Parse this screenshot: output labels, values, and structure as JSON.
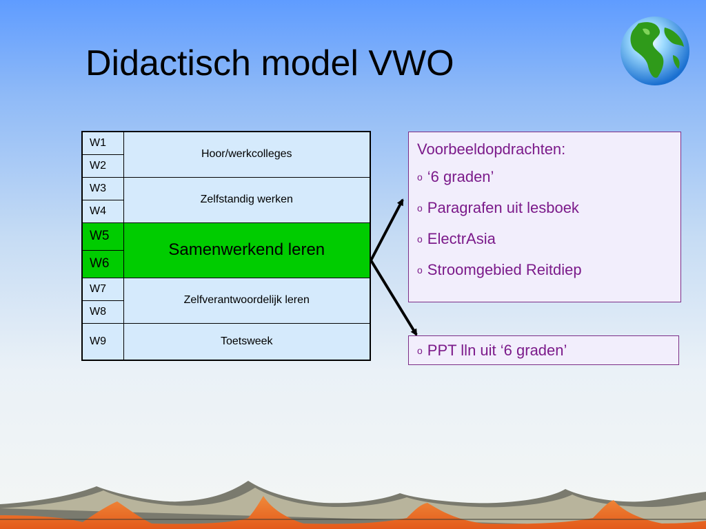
{
  "slide": {
    "title": "Didactisch model VWO"
  },
  "schedule": {
    "rows": [
      {
        "week": "W1",
        "activity": "Hoor/werkcolleges"
      },
      {
        "week": "W2"
      },
      {
        "week": "W3",
        "activity": "Zelfstandig werken"
      },
      {
        "week": "W4"
      },
      {
        "week": "W5",
        "activity": "Samenwerkend leren",
        "highlight": true
      },
      {
        "week": "W6",
        "highlight": true
      },
      {
        "week": "W7",
        "activity": "Zelfverantwoordelijk leren"
      },
      {
        "week": "W8"
      },
      {
        "week": "W9",
        "activity": "Toetsweek"
      }
    ],
    "cell_color": "#d5eafc",
    "highlight_color": "#00cc00"
  },
  "examples_box": {
    "heading": "Voorbeeldopdrachten:",
    "bullet_marker": "o",
    "items": [
      "‘6 graden’",
      "Paragrafen uit lesboek",
      "ElectrAsia",
      "Stroomgebied Reitdiep"
    ],
    "text_color": "#7b1a8a"
  },
  "ppt_box": {
    "bullet_marker": "o",
    "item": "PPT lln uit ‘6 graden’"
  },
  "icons": {
    "globe": "globe-icon",
    "footer": "mountain-landscape-decoration"
  }
}
